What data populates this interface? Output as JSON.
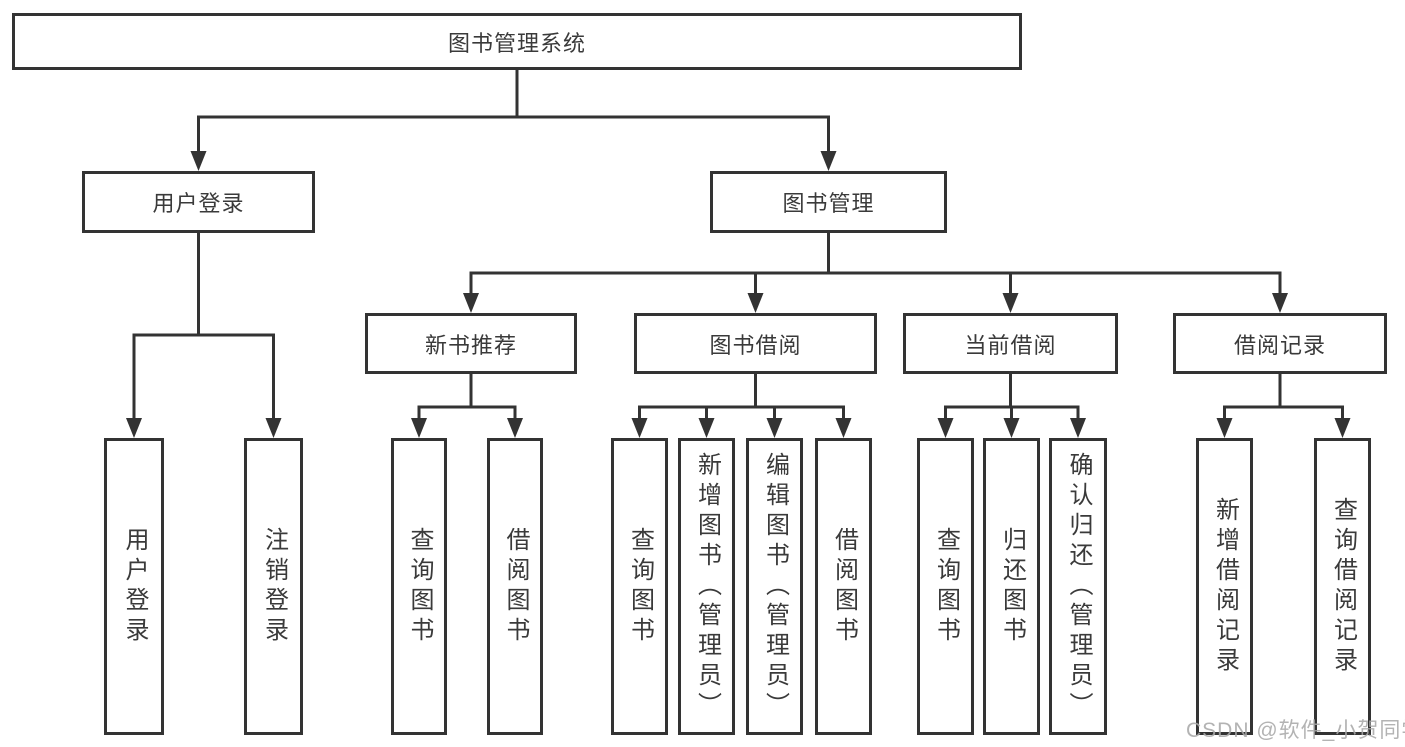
{
  "diagram": {
    "title": "图书管理系统",
    "branches": [
      {
        "label": "用户登录",
        "children": [
          {
            "label": "用户登录"
          },
          {
            "label": "注销登录"
          }
        ]
      },
      {
        "label": "图书管理",
        "children": [
          {
            "label": "新书推荐",
            "children": [
              {
                "label": "查询图书"
              },
              {
                "label": "借阅图书"
              }
            ]
          },
          {
            "label": "图书借阅",
            "children": [
              {
                "label": "查询图书"
              },
              {
                "label": "新增图书（管理员）"
              },
              {
                "label": "编辑图书（管理员）"
              },
              {
                "label": "借阅图书"
              }
            ]
          },
          {
            "label": "当前借阅",
            "children": [
              {
                "label": "查询图书"
              },
              {
                "label": "归还图书"
              },
              {
                "label": "确认归还（管理员）"
              }
            ]
          },
          {
            "label": "借阅记录",
            "children": [
              {
                "label": "新增借阅记录"
              },
              {
                "label": "查询借阅记录"
              }
            ]
          }
        ]
      }
    ]
  },
  "watermark": "CSDN @软件_小贺同学",
  "colors": {
    "line": "#333333",
    "text": "#3a3a3a",
    "box_background": "#ffffff",
    "watermark_gray": "#a8a8a8"
  }
}
